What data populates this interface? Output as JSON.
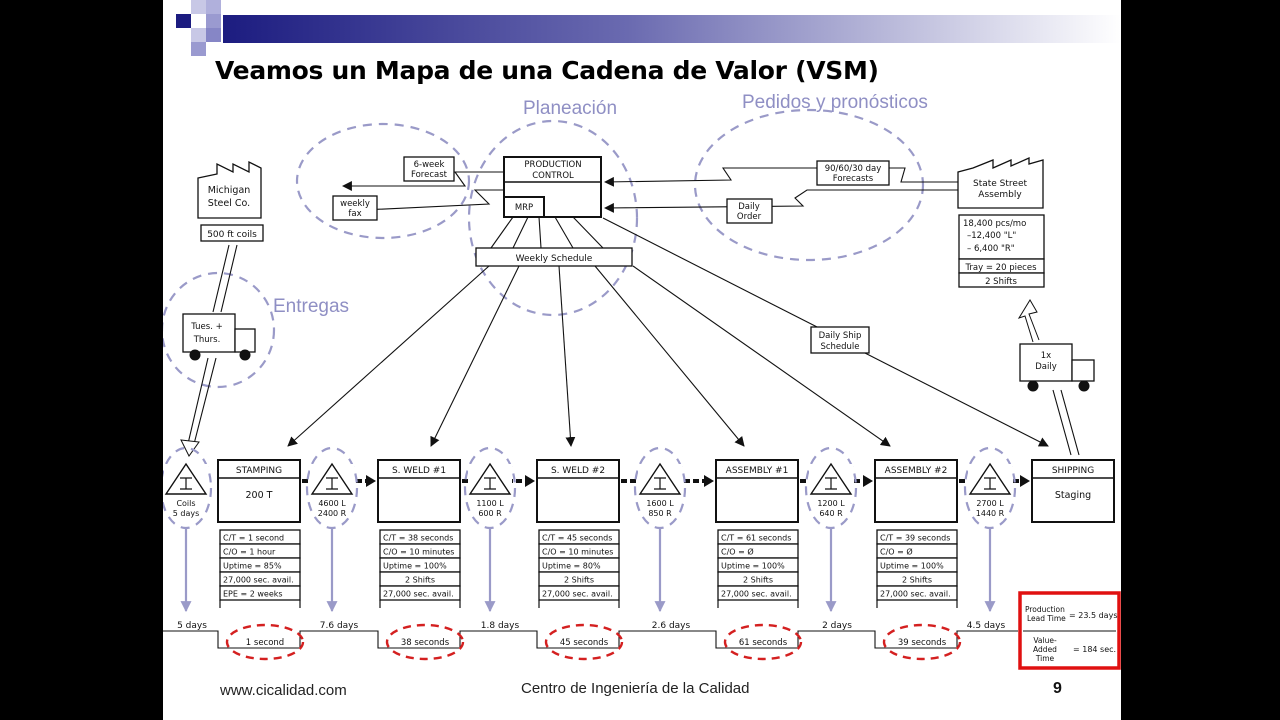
{
  "slide": {
    "title": "Veamos un Mapa de una Cadena de Valor (VSM)",
    "footer_url": "www.cicalidad.com",
    "footer_center": "Centro de Ingeniería de la Calidad",
    "page_number": "9",
    "colors": {
      "header_gradient_start": "#1c1c80",
      "header_gradient_end": "#ffffff",
      "region_label": "#8f8fc4",
      "dashed_circle": "#9a9ac8",
      "highlight": "#d42020"
    }
  },
  "regions": {
    "planning": "Planeación",
    "orders": "Pedidos y pronósticos",
    "deliveries": "Entregas"
  },
  "supplier": {
    "name_line1": "Michigan",
    "name_line2": "Steel Co.",
    "material": "500 ft coils",
    "truck_line1": "Tues. +",
    "truck_line2": "Thurs."
  },
  "customer": {
    "name_line1": "State Street",
    "name_line2": "Assembly",
    "demand": [
      "18,400 pcs/mo",
      "–12,400 \"L\"",
      "– 6,400 \"R\""
    ],
    "tray": "Tray = 20 pieces",
    "shifts": "2 Shifts",
    "truck_line1": "1x",
    "truck_line2": "Daily"
  },
  "control": {
    "title_line1": "PRODUCTION",
    "title_line2": "CONTROL",
    "mrp": "MRP",
    "weekly_schedule": "Weekly Schedule",
    "daily_ship_schedule_line1": "Daily Ship",
    "daily_ship_schedule_line2": "Schedule"
  },
  "info_flows": {
    "supplier_forecast_line1": "6-week",
    "supplier_forecast_line2": "Forecast",
    "supplier_order_line1": "weekly",
    "supplier_order_line2": "fax",
    "customer_forecast_line1": "90/60/30 day",
    "customer_forecast_line2": "Forecasts",
    "customer_order_line1": "Daily",
    "customer_order_line2": "Order"
  },
  "processes": [
    {
      "name": "STAMPING",
      "sub": "200 T",
      "data": [
        "C/T = 1 second",
        "C/O =  1 hour",
        "Uptime = 85%",
        "27,000 sec. avail.",
        "EPE = 2 weeks"
      ]
    },
    {
      "name": "S. WELD #1",
      "sub": "",
      "data": [
        "C/T = 38 seconds",
        "C/O =  10 minutes",
        "Uptime = 100%",
        "2 Shifts",
        "27,000 sec. avail."
      ]
    },
    {
      "name": "S. WELD #2",
      "sub": "",
      "data": [
        "C/T = 45 seconds",
        "C/O =  10 minutes",
        "Uptime = 80%",
        "2 Shifts",
        "27,000 sec. avail."
      ]
    },
    {
      "name": "ASSEMBLY #1",
      "sub": "",
      "data": [
        "C/T = 61 seconds",
        "C/O =  Ø",
        "Uptime = 100%",
        "2 Shifts",
        "27,000 sec. avail."
      ]
    },
    {
      "name": "ASSEMBLY #2",
      "sub": "",
      "data": [
        "C/T = 39 seconds",
        "C/O =  Ø",
        "Uptime = 100%",
        "2 Shifts",
        "27,000 sec. avail."
      ]
    },
    {
      "name": "SHIPPING",
      "sub": "Staging",
      "data": []
    }
  ],
  "inventories": [
    {
      "line1": "Coils",
      "line2": "5 days"
    },
    {
      "line1": "4600 L",
      "line2": "2400 R"
    },
    {
      "line1": "1100 L",
      "line2": "600 R"
    },
    {
      "line1": "1600 L",
      "line2": "850 R"
    },
    {
      "line1": "1200 L",
      "line2": "640 R"
    },
    {
      "line1": "2700 L",
      "line2": "1440 R"
    }
  ],
  "timeline": {
    "wait_times": [
      "5 days",
      "7.6 days",
      "1.8 days",
      "2.6 days",
      "2 days",
      "4.5 days"
    ],
    "process_times": [
      "1 second",
      "38 seconds",
      "45 seconds",
      "61 seconds",
      "39 seconds"
    ]
  },
  "summary": {
    "lead_time_label_line1": "Production",
    "lead_time_label_line2": "Lead Time",
    "lead_time_value": "= 23.5 days",
    "value_added_label_line1": "Value-",
    "value_added_label_line2": "Added",
    "value_added_label_line3": "Time",
    "value_added_value": "= 184 sec."
  }
}
